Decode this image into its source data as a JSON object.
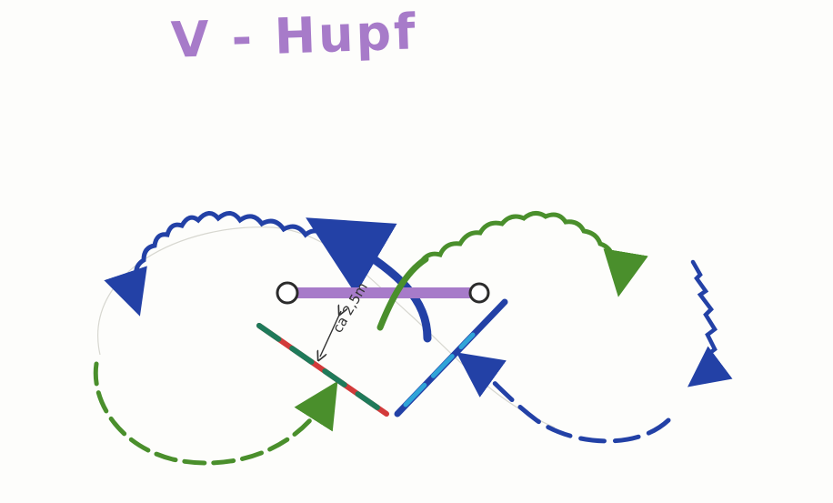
{
  "title": "V - Hupf",
  "distance_label": "ca 2,5m",
  "colors": {
    "title": "#a77bc9",
    "rope": "#a77bc9",
    "blue_path": "#2341a6",
    "green_path": "#4a8f2c",
    "cyan_stroke": "#2fa4d8",
    "red_stroke": "#d23a3a",
    "teal_stroke": "#1f7a5a",
    "pole": "#2b2b2b"
  },
  "icons": [
    "arrow-head",
    "pole-circle"
  ]
}
